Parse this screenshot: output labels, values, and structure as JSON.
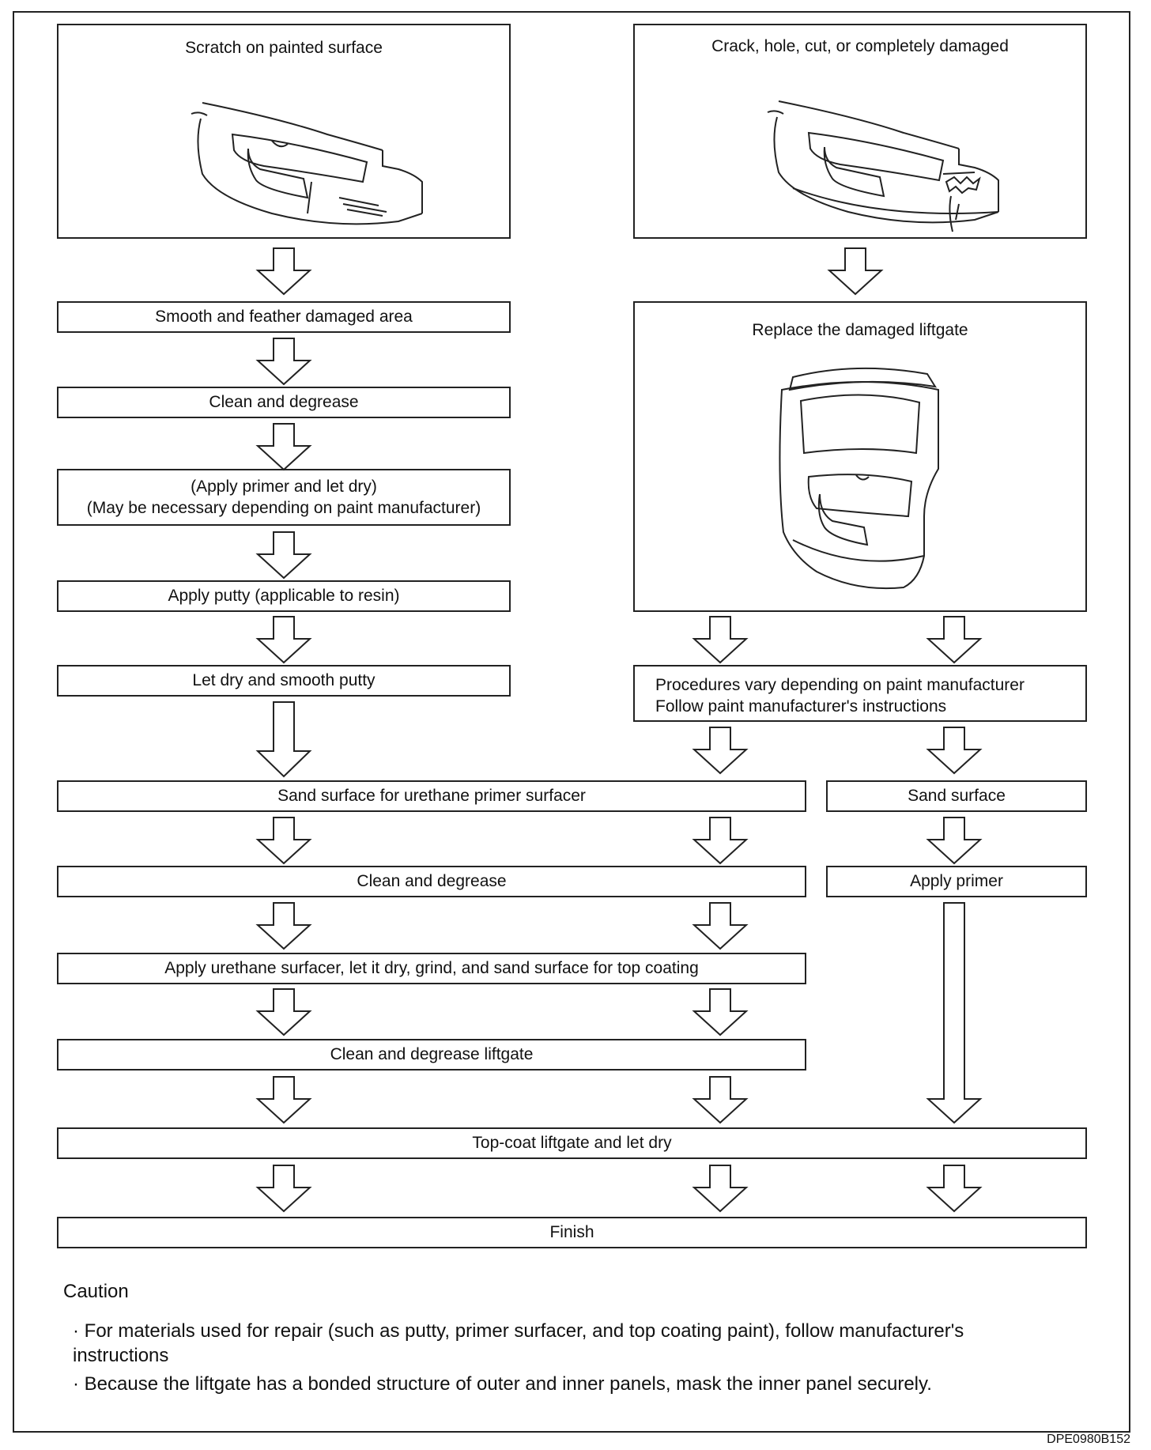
{
  "diagram": {
    "damage_scratch": "Scratch on painted surface",
    "damage_crack": "Crack, hole, cut, or completely damaged",
    "left_steps": [
      "Smooth and feather damaged area",
      "Clean and degrease",
      "(Apply primer and let dry)",
      "(May be necessary depending on paint manufacturer)",
      "Apply putty (applicable to resin)",
      "Let dry and smooth putty"
    ],
    "replace_liftgate": "Replace the damaged liftgate",
    "procedures_vary": "Procedures vary depending on paint manufacturer",
    "follow_instructions": "Follow paint manufacturer's instructions",
    "common_steps": [
      "Sand surface for urethane primer surfacer",
      "Clean and degrease",
      "Apply urethane surfacer, let it dry, grind, and sand surface for top coating",
      "Clean and degrease liftgate"
    ],
    "right_steps": [
      "Sand surface",
      "Apply primer"
    ],
    "topcoat": "Top-coat liftgate and let dry",
    "finish": "Finish"
  },
  "caution": {
    "title": "Caution",
    "items": [
      "For materials used for repair (such as putty, primer surfacer, and top coating paint), follow manufacturer's instructions",
      "Because the liftgate has a bonded structure of outer and inner panels, mask the inner panel securely."
    ]
  },
  "figure_code": "DPE0980B152"
}
